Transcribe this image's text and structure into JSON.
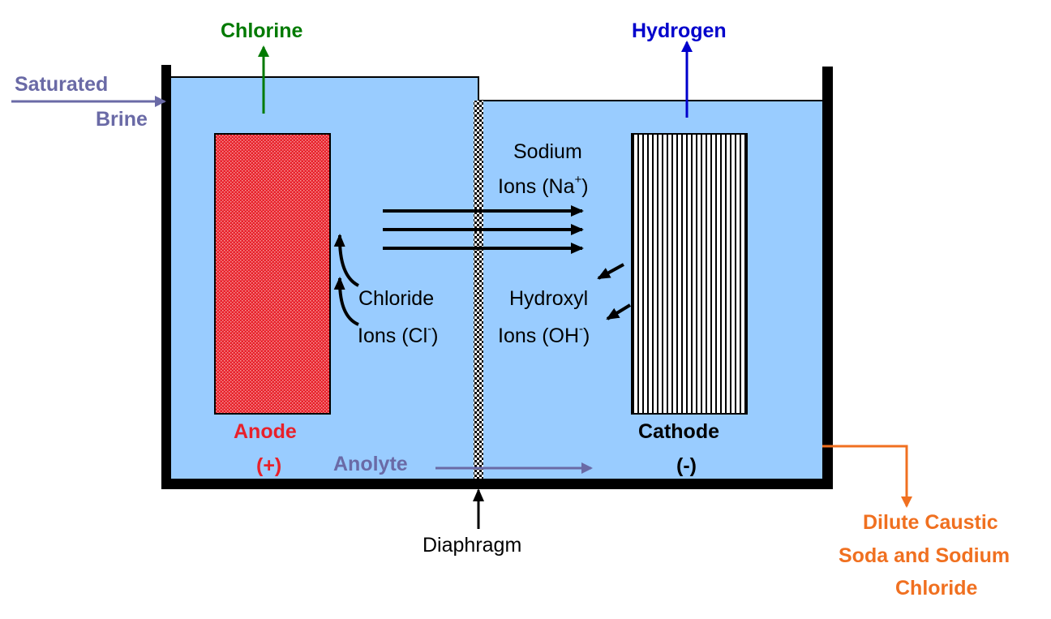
{
  "labels": {
    "chlorine": "Chlorine",
    "hydrogen": "Hydrogen",
    "saturated": "Saturated",
    "brine": "Brine",
    "sodium": "Sodium",
    "ions_na_prefix": "Ions (Na",
    "ions_na_sup": "+",
    "ions_na_suffix": ")",
    "chloride": "Chloride",
    "ions_cl_prefix": "Ions (Cl",
    "ions_cl_sup": "-",
    "ions_cl_suffix": ")",
    "hydroxyl": "Hydroxyl",
    "ions_oh_prefix": "Ions (OH",
    "ions_oh_sup": "-",
    "ions_oh_suffix": ")",
    "anode": "Anode",
    "anode_sign": "(+)",
    "cathode": "Cathode",
    "cathode_sign": "(-)",
    "anolyte": "Anolyte",
    "diaphragm": "Diaphragm",
    "product_line1": "Dilute Caustic",
    "product_line2": "Soda and Sodium",
    "product_line3": "Chloride"
  },
  "colors": {
    "electrolyte": "#99ccff",
    "chlorine": "#007a00",
    "hydrogen": "#0000cc",
    "brine": "#6a6aa6",
    "anode": "#e8202a",
    "anode_label": "#e8202a",
    "product": "#f07020",
    "tank": "#000000"
  }
}
